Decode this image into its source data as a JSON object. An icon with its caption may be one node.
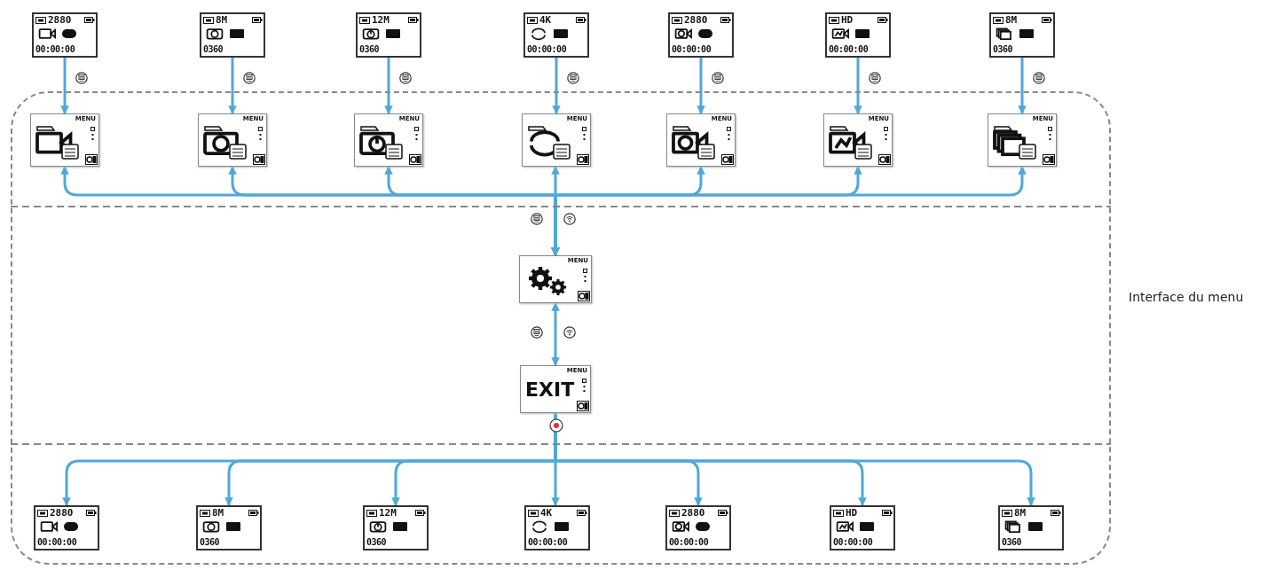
{
  "diagram": {
    "nodes": [
      {
        "text": [
          "Interface du menu"
        ]
      },
      {
        "text": [
          "2880",
          "00:00:00"
        ]
      },
      {
        "text": [
          "8M",
          "0360"
        ]
      },
      {
        "text": [
          "12M",
          "0360"
        ]
      },
      {
        "text": [
          "4K",
          "00:00:00"
        ]
      },
      {
        "text": [
          "2880",
          "00:00:00"
        ]
      },
      {
        "text": [
          "HD",
          "00:00:00"
        ]
      },
      {
        "text": [
          "8M",
          "0360"
        ]
      },
      {
        "text": [
          "MENU"
        ],
        "in": 0
      },
      {
        "text": [
          "MENU"
        ],
        "in": 0
      },
      {
        "text": [
          "MENU"
        ],
        "in": 0
      },
      {
        "text": [
          "MENU"
        ],
        "in": 0
      },
      {
        "text": [
          "MENU"
        ],
        "in": 0
      },
      {
        "text": [
          "MENU"
        ],
        "in": 0
      },
      {
        "text": [
          "MENU"
        ],
        "in": 0
      },
      {
        "text": [
          "MENU"
        ],
        "in": 0
      },
      {
        "text": [
          "MENU",
          "EXIT"
        ],
        "in": 0
      },
      {
        "text": [
          "2880",
          "00:00:00"
        ],
        "in": 0
      },
      {
        "text": [
          "8M",
          "0360"
        ],
        "in": 0
      },
      {
        "text": [
          "12M",
          "0360"
        ],
        "in": 0
      },
      {
        "text": [
          "4K",
          "00:00:00"
        ],
        "in": 0
      },
      {
        "text": [
          "2880",
          "00:00:00"
        ],
        "in": 0
      },
      {
        "text": [
          "HD",
          "00:00:00"
        ],
        "in": 0
      },
      {
        "text": [
          "8M",
          "0360"
        ],
        "in": 0
      }
    ],
    "edges": [
      {
        "from": 1,
        "to": 8,
        "arrow": "to"
      },
      {
        "from": 2,
        "to": 9,
        "arrow": "to"
      },
      {
        "from": 3,
        "to": 10,
        "arrow": "to"
      },
      {
        "from": 4,
        "to": 11,
        "arrow": "to"
      },
      {
        "from": 5,
        "to": 12,
        "arrow": "to"
      },
      {
        "from": 6,
        "to": 13,
        "arrow": "to"
      },
      {
        "from": 7,
        "to": 14,
        "arrow": "to"
      },
      {
        "from": 15,
        "to": 8,
        "arrow": "both"
      },
      {
        "from": 15,
        "to": 9,
        "arrow": "both"
      },
      {
        "from": 15,
        "to": 10,
        "arrow": "both"
      },
      {
        "from": 15,
        "to": 11,
        "arrow": "both"
      },
      {
        "from": 15,
        "to": 12,
        "arrow": "both"
      },
      {
        "from": 15,
        "to": 13,
        "arrow": "both"
      },
      {
        "from": 15,
        "to": 14,
        "arrow": "both"
      },
      {
        "from": 15,
        "to": 16,
        "arrow": "both"
      },
      {
        "from": 16,
        "to": 17,
        "arrow": "to"
      },
      {
        "from": 16,
        "to": 18,
        "arrow": "to"
      },
      {
        "from": 16,
        "to": 19,
        "arrow": "to"
      },
      {
        "from": 16,
        "to": 20,
        "arrow": "to"
      },
      {
        "from": 16,
        "to": 21,
        "arrow": "to"
      },
      {
        "from": 16,
        "to": 22,
        "arrow": "to"
      },
      {
        "from": 16,
        "to": 23,
        "arrow": "to"
      }
    ]
  }
}
